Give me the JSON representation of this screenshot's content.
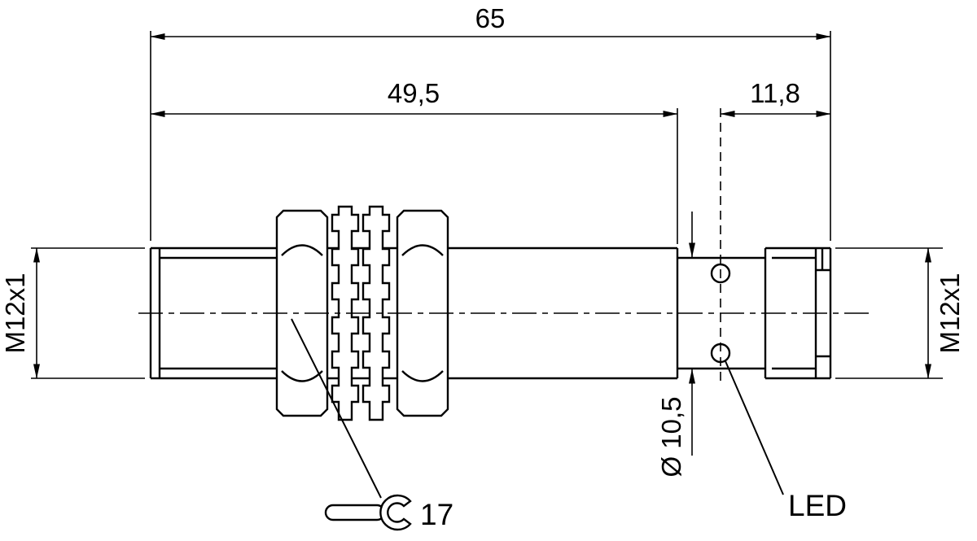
{
  "drawing": {
    "dim_overall_length": "65",
    "dim_housing_length": "49,5",
    "dim_connector_length": "11,8",
    "dim_thread_left": "M12x1",
    "dim_thread_right": "M12x1",
    "dim_diameter": "Ø 10,5",
    "wrench_size": "17",
    "led_label": "LED",
    "line_color": "#000000",
    "background_color": "#ffffff"
  }
}
